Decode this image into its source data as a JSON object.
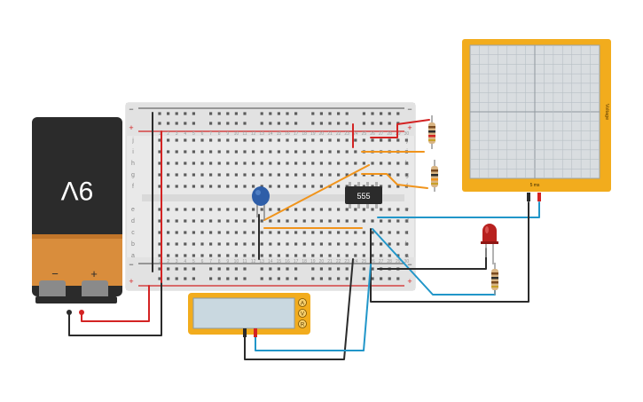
{
  "battery": {
    "label": "9V",
    "minus_sign": "−",
    "plus_sign": "+",
    "colors": {
      "top": "#2b2b2b",
      "bottom": "#d98d3c",
      "cap": "#9a9a9a"
    }
  },
  "breadboard": {
    "rail_signs": {
      "minus": "−",
      "plus": "+"
    },
    "row_letters_top": [
      "j",
      "i",
      "h",
      "g",
      "f"
    ],
    "row_letters_bottom": [
      "e",
      "d",
      "c",
      "b",
      "a"
    ],
    "column_count": 30
  },
  "ic": {
    "label": "555",
    "color": "#2b2b2b"
  },
  "capacitor": {
    "color": "#2e5ea8"
  },
  "led": {
    "color": "#b8211f"
  },
  "oscilloscope": {
    "brand": "Voltage",
    "time_label": "5 ms",
    "frame_color": "#f2ac1d",
    "screen_color": "#d9dde0"
  },
  "multimeter": {
    "modes": [
      "A",
      "V",
      "R"
    ],
    "frame_color": "#f2ac1d",
    "display_color": "#c9d8e0"
  },
  "wire_colors": {
    "black": "#2b2b2b",
    "red": "#d32323",
    "orange": "#f0941c",
    "blue": "#2196c9"
  }
}
